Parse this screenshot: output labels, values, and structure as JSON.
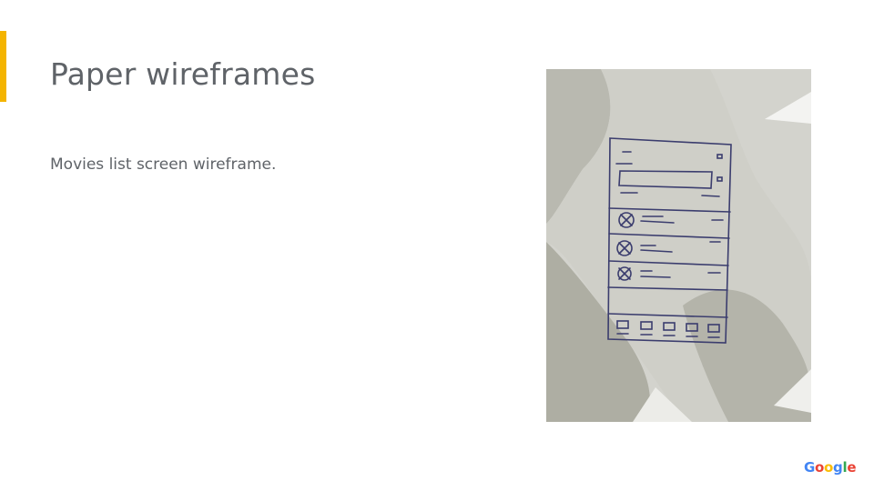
{
  "slide": {
    "title": "Paper wireframes",
    "body": "Movies list screen wireframe.",
    "accent_color": "#f4b400"
  },
  "image": {
    "kind": "photo of hand-drawn paper wireframe",
    "list_items": 3,
    "bottom_nav_icons": 5
  },
  "logo": {
    "letters": [
      "G",
      "o",
      "o",
      "g",
      "l",
      "e"
    ],
    "colors": [
      "#4285f4",
      "#ea4335",
      "#fbbc05",
      "#4285f4",
      "#34a853",
      "#ea4335"
    ]
  }
}
